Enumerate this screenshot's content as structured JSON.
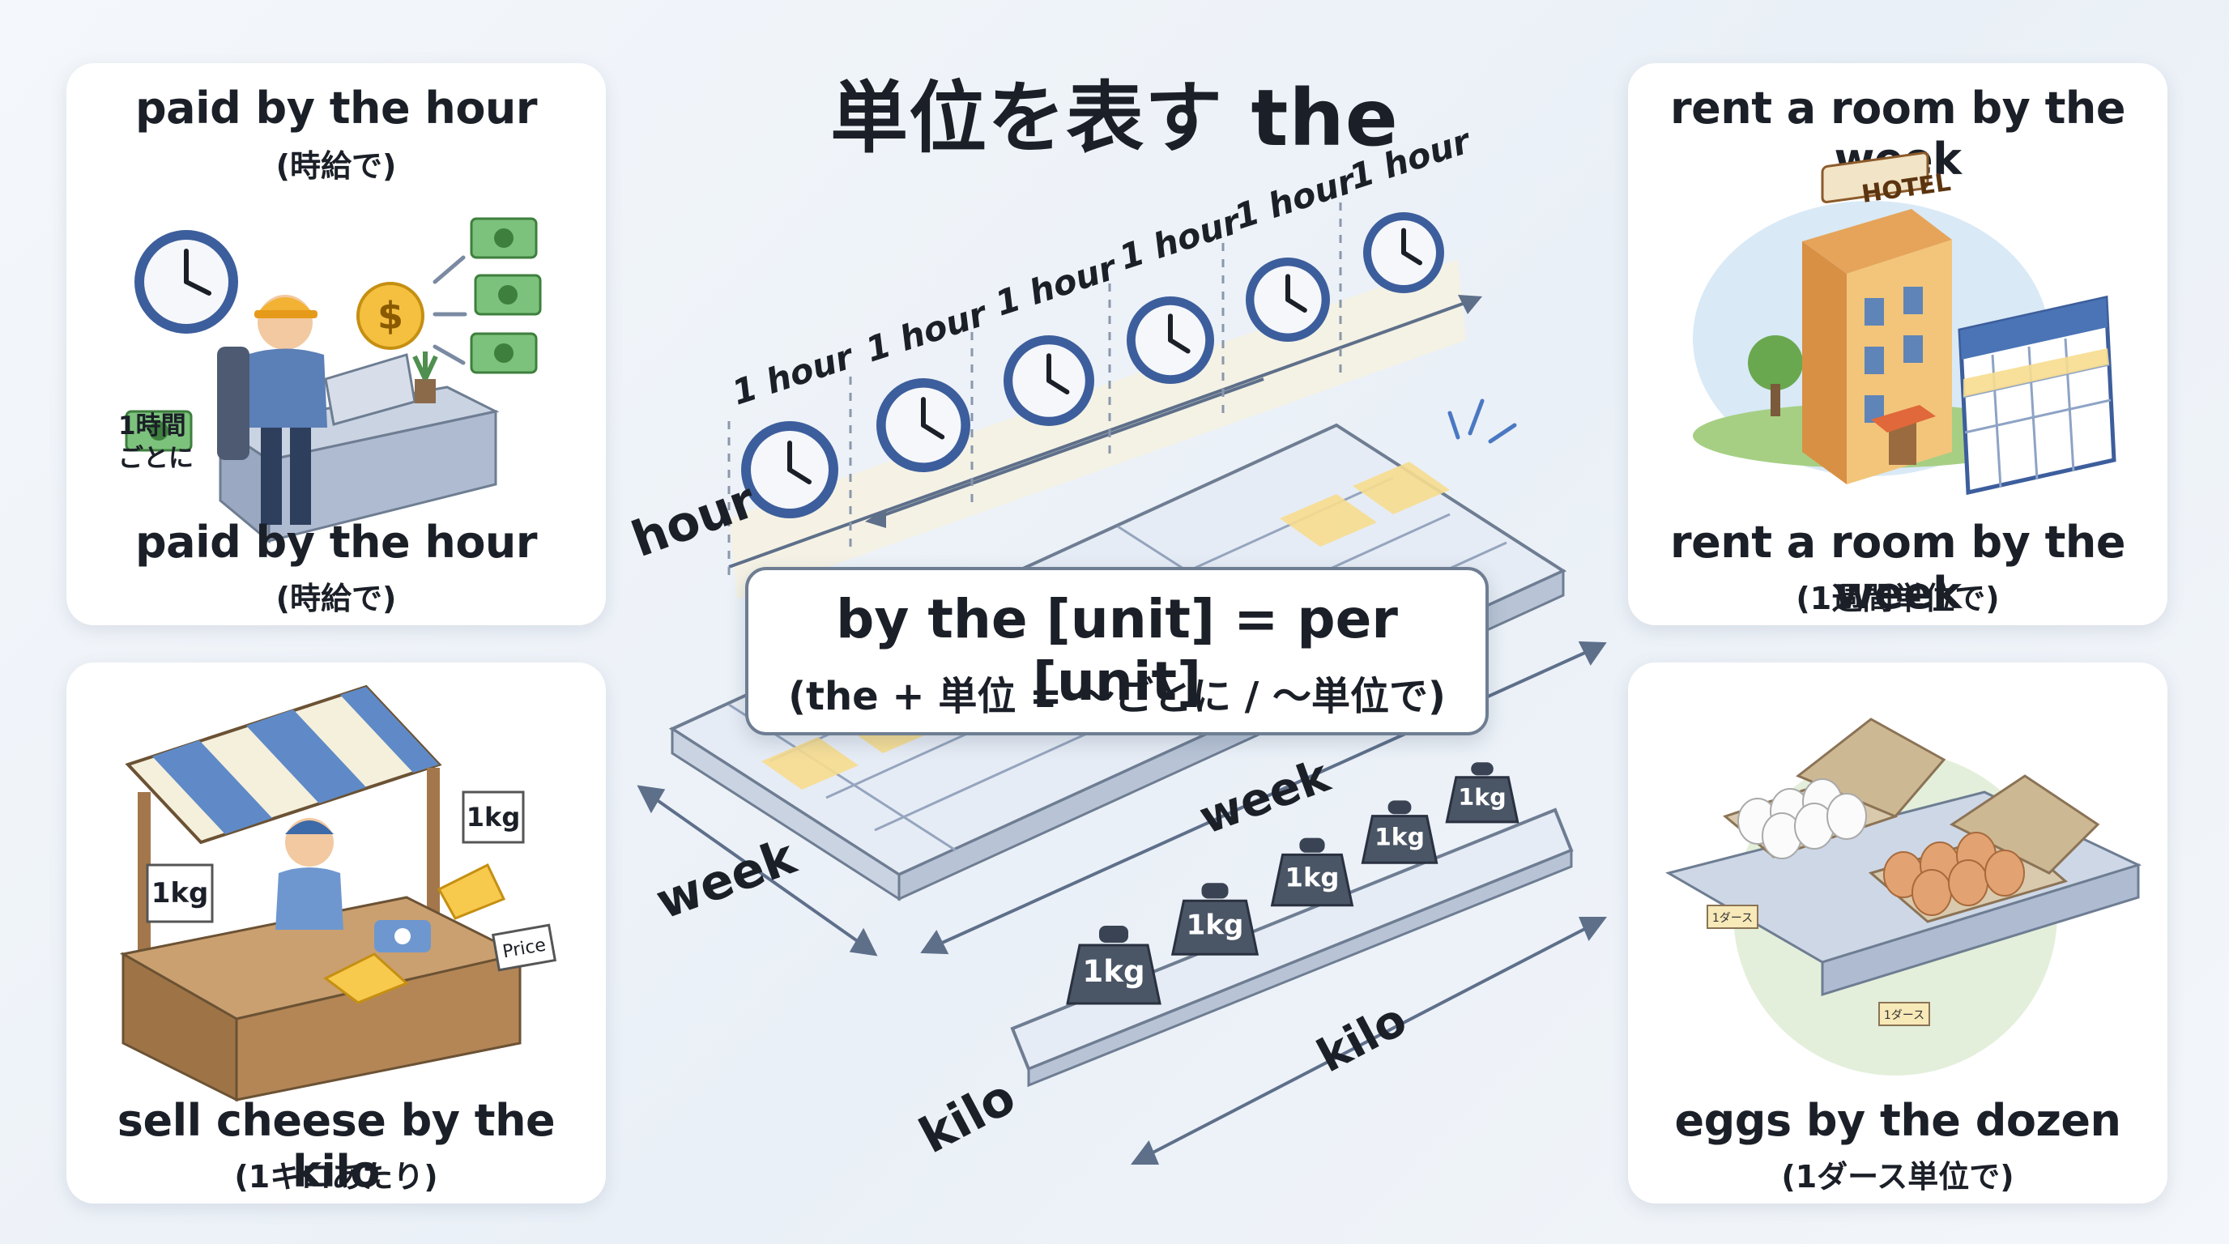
{
  "title": "単位を表す the",
  "formula": {
    "main": "by the [unit] = per [unit]",
    "sub": "(the + 単位 = 〜ごとに / 〜単位で)"
  },
  "cards": {
    "hour": {
      "top_en": "paid by the hour",
      "top_jp": "(時給で)",
      "side_note_line1": "1時間",
      "side_note_line2": "ごとに",
      "bottom_en": "paid by the hour",
      "bottom_jp": "(時給で)"
    },
    "week": {
      "top_en": "rent a room by the week",
      "sign": "HOTEL",
      "bottom_en": "rent a room by the week",
      "bottom_jp": "(1週間単位で)"
    },
    "kilo": {
      "sign": "1kg",
      "price": "Price",
      "bottom_en": "sell cheese by the kilo",
      "bottom_jp": "(1キロあたり)"
    },
    "dozen": {
      "shelf_tag1": "1ダース",
      "shelf_tag2": "1ダース",
      "bottom_en": "eggs by the dozen",
      "bottom_jp": "(1ダース単位で)"
    }
  },
  "diagram": {
    "hour_label": "hour",
    "hour_unit": "1 hour",
    "week_label": "week",
    "kilo_label": "kilo",
    "weight_unit": "1kg"
  },
  "colors": {
    "clock_blue": "#3d5e9c",
    "calendar_yellow": "#f7dd8f",
    "weight_gray": "#4a5566",
    "money_green": "#5aa35a"
  }
}
